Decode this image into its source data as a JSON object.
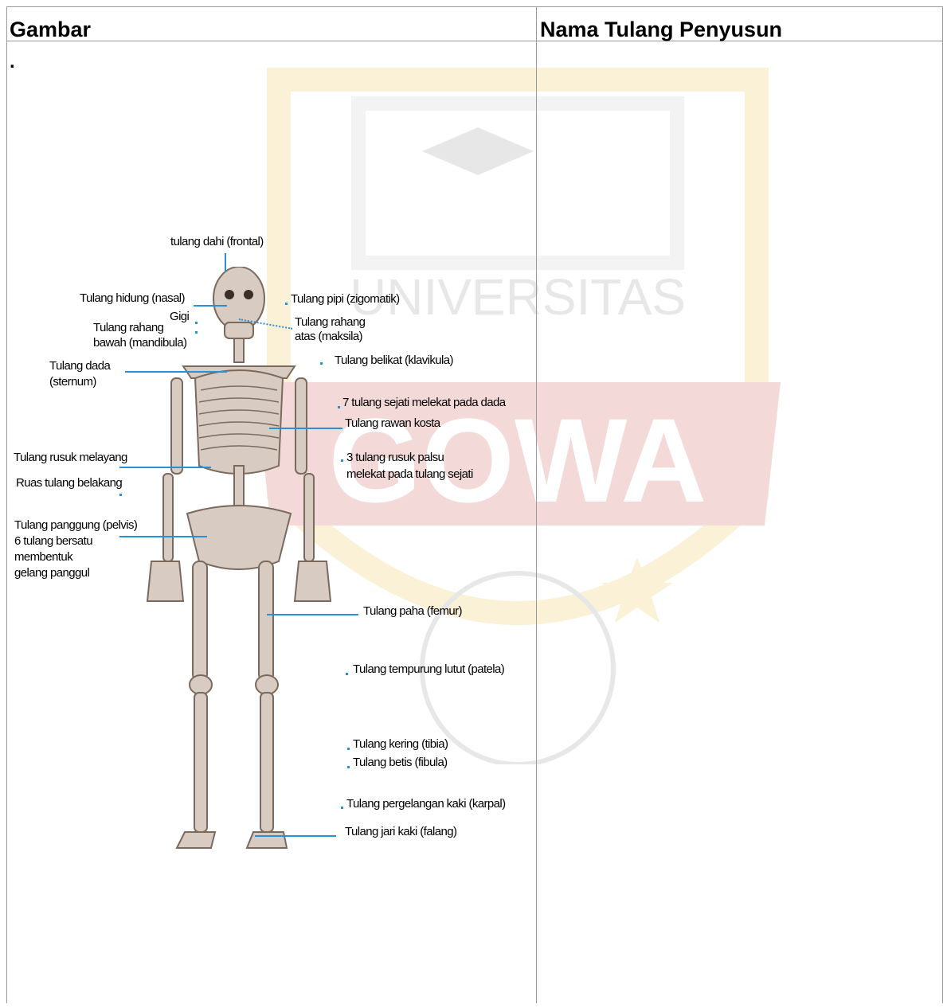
{
  "table": {
    "col1_header": "Gambar",
    "col2_header": "Nama Tulang Penyusun",
    "row_marker": "."
  },
  "watermark": {
    "text1": "UNIVERSITAS",
    "text2": "GOWA",
    "colors": {
      "red": "#c0392b",
      "gold": "#e6b422",
      "gray": "#7f7f7f"
    }
  },
  "labels": {
    "frontal": "tulang dahi (frontal)",
    "nasal": "Tulang hidung (nasal)",
    "gigi": "Gigi",
    "rahang_bawah_1": "Tulang rahang",
    "rahang_bawah_2": "bawah (mandibula)",
    "zigomatik": "Tulang pipi (zigomatik)",
    "rahang_atas_1": "Tulang rahang",
    "rahang_atas_2": "atas (maksila)",
    "klavikula": "Tulang belikat (klavikula)",
    "sternum_1": "Tulang dada",
    "sternum_2": "(sternum)",
    "rusuk_sejati": "7 tulang sejati melekat pada dada",
    "kosta": "Tulang rawan kosta",
    "rusuk_melayang": "Tulang rusuk melayang",
    "rusuk_palsu_1": "3 tulang rusuk palsu",
    "rusuk_palsu_2": "melekat pada tulang sejati",
    "belakang": "Ruas tulang belakang",
    "pelvis_1": "Tulang panggung (pelvis)",
    "pelvis_2": "6 tulang bersatu",
    "pelvis_3": "membentuk",
    "pelvis_4": "gelang panggul",
    "femur": "Tulang paha (femur)",
    "patela": "Tulang tempurung lutut (patela)",
    "tibia": "Tulang kering (tibia)",
    "fibula": "Tulang betis (fibula)",
    "karpal": "Tulang pergelangan kaki (karpal)",
    "falang": "Tulang jari kaki (falang)"
  }
}
